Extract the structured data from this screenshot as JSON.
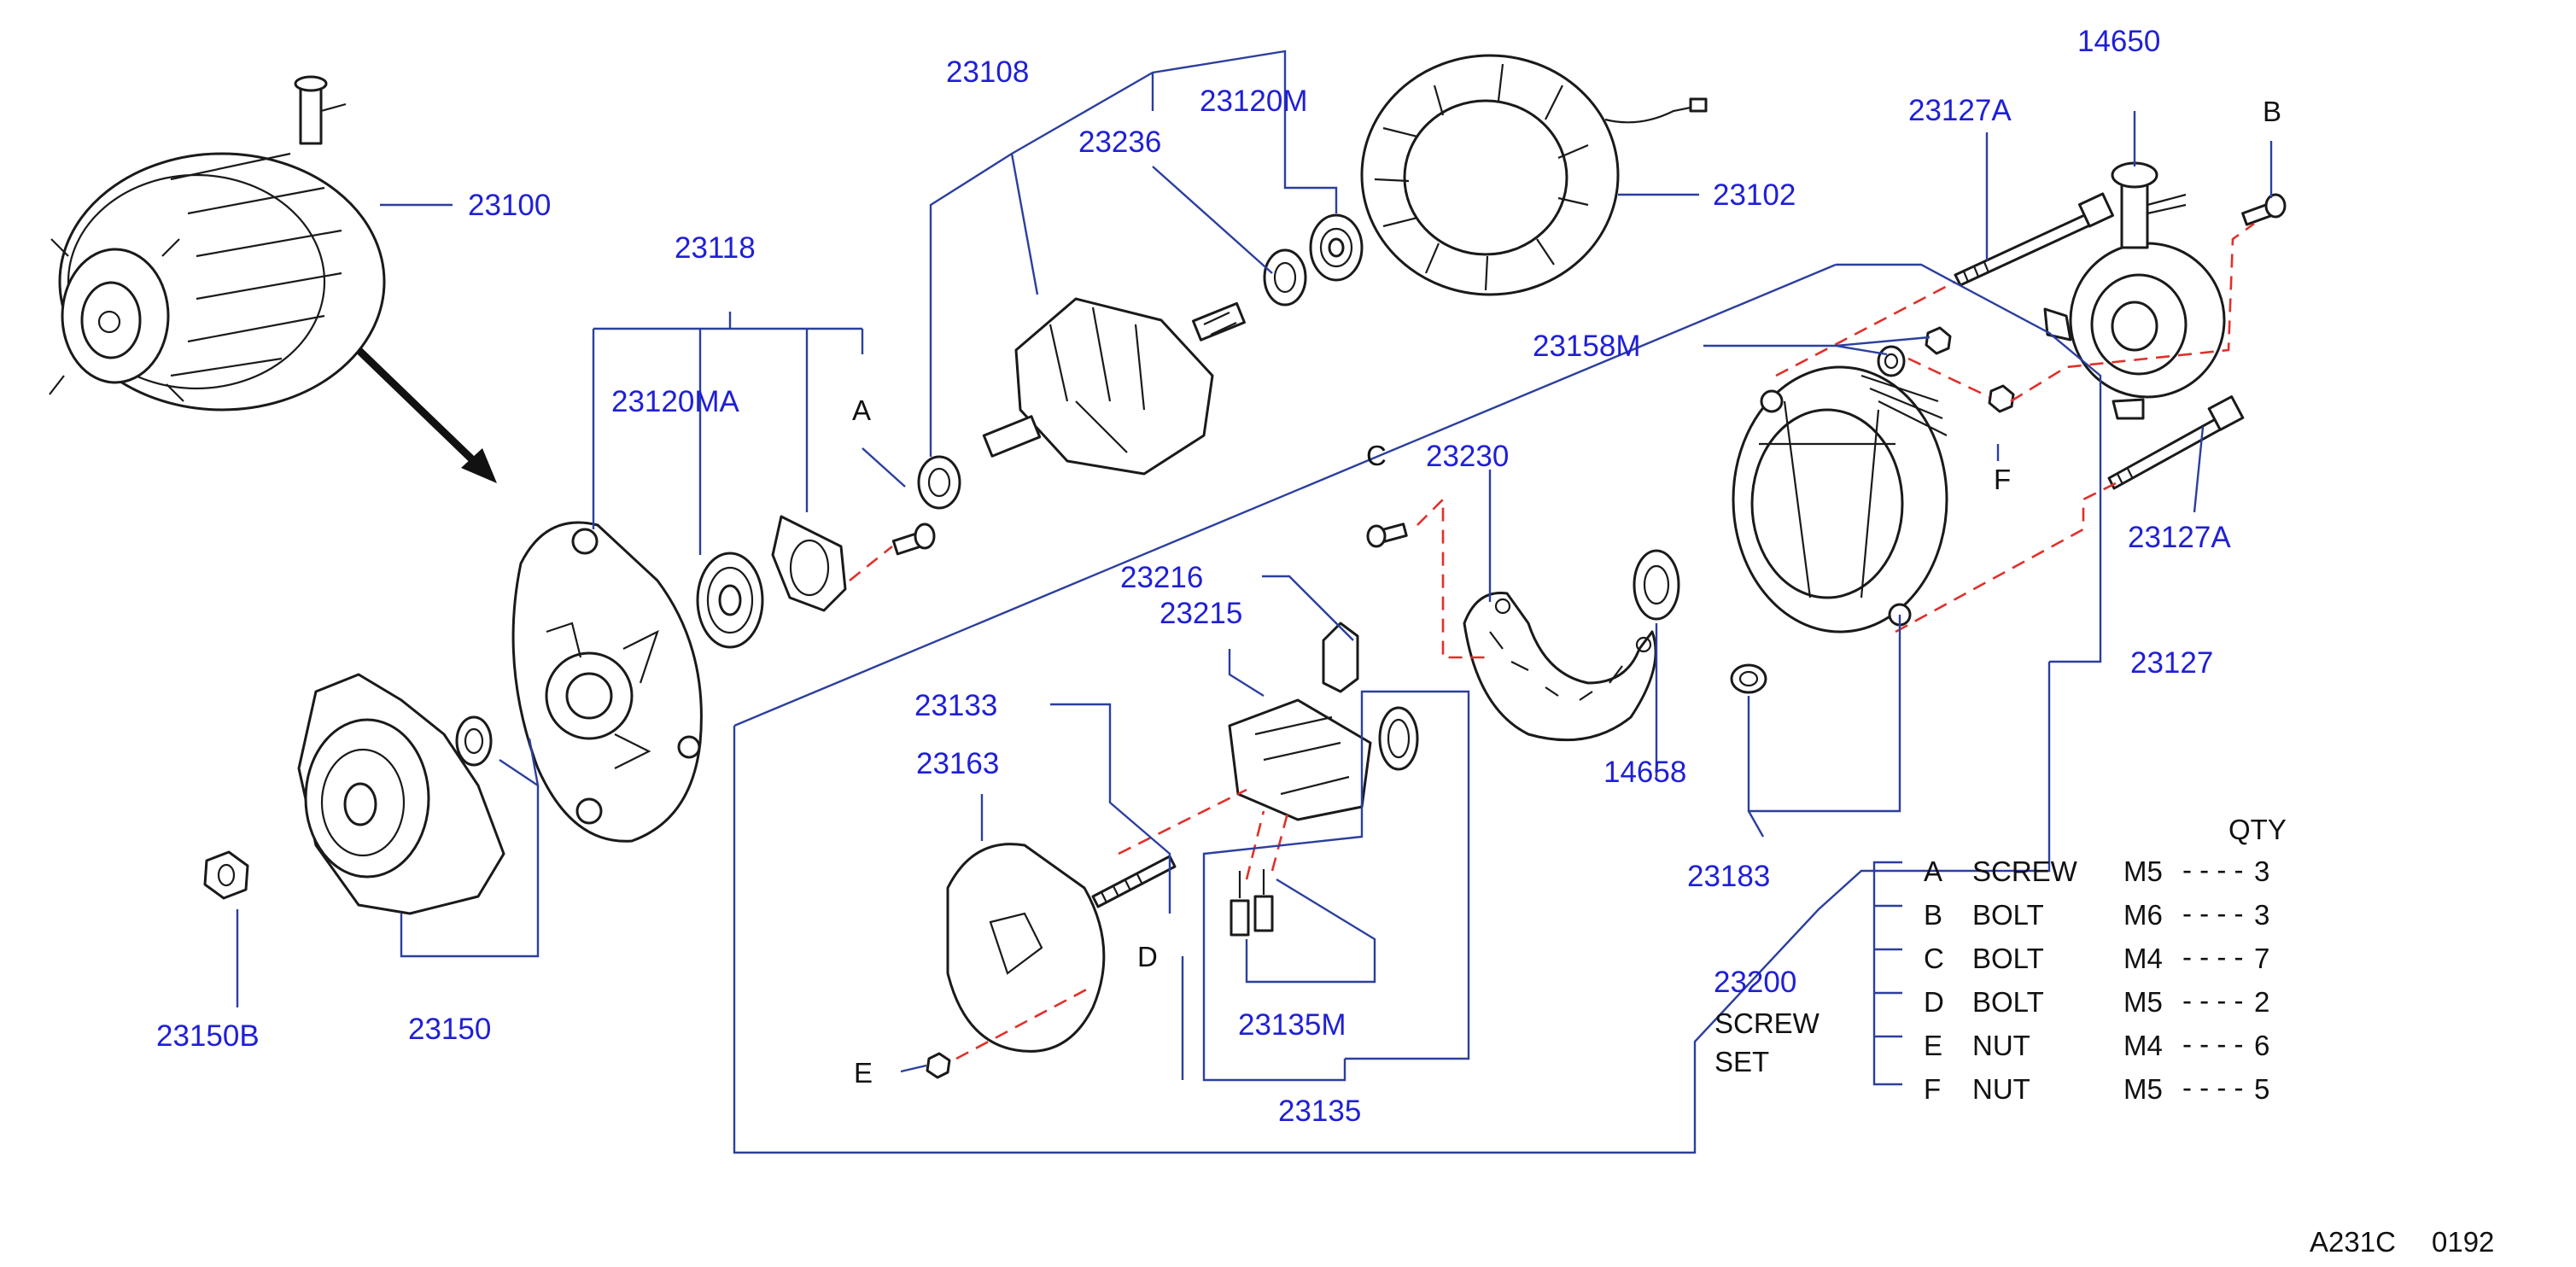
{
  "part_numbers": {
    "p23100": "23100",
    "p23118": "23118",
    "p23120MA": "23120MA",
    "p23108": "23108",
    "p23236": "23236",
    "p23120M": "23120M",
    "p23102": "23102",
    "p14650": "14650",
    "p23127A_top": "23127A",
    "p23127A_bottom": "23127A",
    "p23158M": "23158M",
    "p23230": "23230",
    "p23216": "23216",
    "p23215": "23215",
    "p23133": "23133",
    "p23163": "23163",
    "p23135M": "23135M",
    "p23135": "23135",
    "p14658": "14658",
    "p23183": "23183",
    "p23127": "23127",
    "p23200": "23200",
    "p23150": "23150",
    "p23150B": "23150B"
  },
  "callout_letters": {
    "A": "A",
    "B": "B",
    "C": "C",
    "D": "D",
    "E": "E",
    "F": "F"
  },
  "screw_set": {
    "line1": "SCREW",
    "line2": "SET",
    "qty_header": "QTY",
    "rows": [
      {
        "letter": "A",
        "type": "SCREW",
        "size": "M5",
        "dashes": "- - - -",
        "qty": "3"
      },
      {
        "letter": "B",
        "type": "BOLT",
        "size": "M6",
        "dashes": "- - - -",
        "qty": "3"
      },
      {
        "letter": "C",
        "type": "BOLT",
        "size": "M4",
        "dashes": "- - - -",
        "qty": "7"
      },
      {
        "letter": "D",
        "type": "BOLT",
        "size": "M5",
        "dashes": "- - - -",
        "qty": "2"
      },
      {
        "letter": "E",
        "type": "NUT",
        "size": "M4",
        "dashes": "- - - -",
        "qty": "6"
      },
      {
        "letter": "F",
        "type": "NUT",
        "size": "M5",
        "dashes": "- - - -",
        "qty": "5"
      }
    ]
  },
  "footer": {
    "code": "A231C",
    "number": "0192"
  },
  "colors": {
    "part_number_text": "#1f1fd6",
    "leader_lines": "#2b3f9e",
    "alignment_dashes": "#e0302a",
    "drawing": "#1a1a1a"
  }
}
